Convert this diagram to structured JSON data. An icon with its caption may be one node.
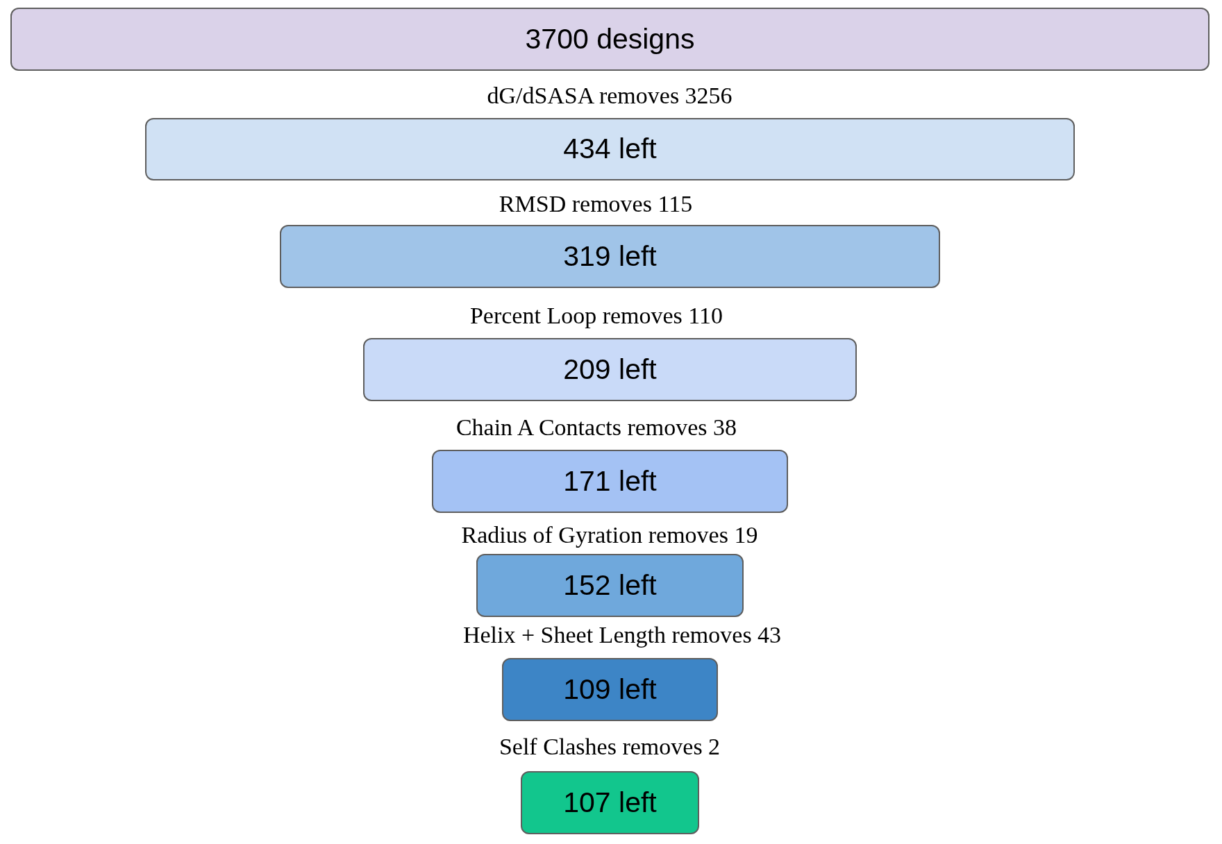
{
  "diagram": {
    "nodes": [
      {
        "text": [
          "3700 designs"
        ]
      },
      {
        "text": [
          "434 left"
        ]
      },
      {
        "text": [
          "319 left"
        ]
      },
      {
        "text": [
          "209 left"
        ]
      },
      {
        "text": [
          "171 left"
        ]
      },
      {
        "text": [
          "152 left"
        ]
      },
      {
        "text": [
          "109 left"
        ]
      },
      {
        "text": [
          "107 left"
        ]
      }
    ],
    "labels": [
      "dG/dSASA removes 3256",
      "RMSD removes 115",
      "Percent Loop removes 110",
      "Chain A Contacts removes 38",
      "Radius of Gyration removes 19",
      "Helix + Sheet Length removes 43",
      "Self Clashes removes 2"
    ]
  }
}
